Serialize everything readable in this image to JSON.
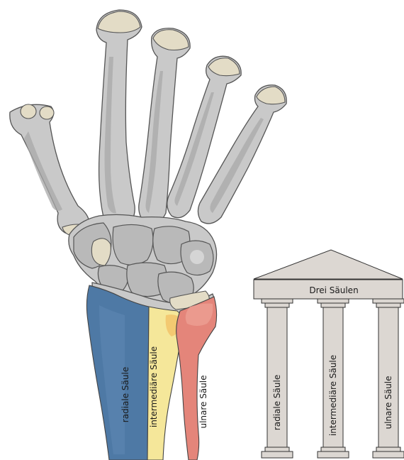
{
  "labels": {
    "radial_column": "radiale Säule",
    "intermediate_column": "intermediäre Säule",
    "ulnar_column": "ulnare Säule",
    "temple_title": "Drei Säulen",
    "temple_radial": "radiale Säule",
    "temple_intermediate": "intermediäre Säule",
    "temple_ulnar": "ulnare Säule"
  },
  "colors": {
    "radial": "#4e79a5",
    "intermediate": "#f5e79a",
    "ulnar": "#e4857a",
    "bone": "#c9c9c9",
    "cartilage": "#e3dcc6",
    "temple": "#dcd7d2"
  }
}
